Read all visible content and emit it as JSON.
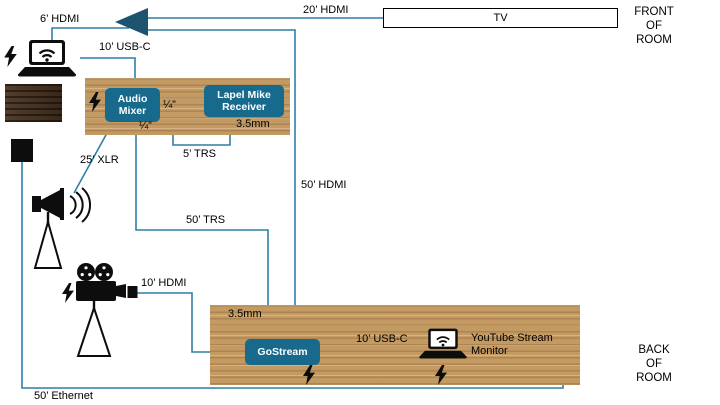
{
  "room": {
    "front": [
      "FRONT",
      "OF",
      "ROOM"
    ],
    "back": [
      "BACK",
      "OF",
      "ROOM"
    ]
  },
  "devices": {
    "tv": "TV",
    "audio_mixer": "Audio Mixer",
    "lapel_mike_receiver": "Lapel Mike Receiver",
    "gostream": "GoStream",
    "youtube_monitor": "YouTube Stream Monitor"
  },
  "cables": {
    "hdmi_20": "20’ HDMI",
    "hdmi_6": "6’ HDMI",
    "usb_c_10_top": "10’ USB-C",
    "hdmi_50": "50’ HDMI",
    "xlr_25": "25’ XLR",
    "trs_5": "5’ TRS",
    "trs_50": "50’ TRS",
    "hdmi_10": "10’ HDMI",
    "usb_c_10_bottom": "10’ USB-C",
    "ethernet_50": "50’ Ethernet"
  },
  "connectors": {
    "quarter_mixer_out": "¼”",
    "quarter_mixer_in": "¼”",
    "mm35_receiver": "3.5mm",
    "mm35_gostream": "3.5mm"
  },
  "icons": {
    "splitter": "left-triangle-splitter",
    "power": "lightning-bolt",
    "laptop": "laptop-with-wifi",
    "speaker": "pa-horn-speaker-on-tripod",
    "camera": "film-camera-on-tripod",
    "wall_port": "black-wall-port"
  },
  "colors": {
    "device_box": "#186a8d",
    "splitter_triangle": "#1e5370",
    "cable_line": "#2f7fa6",
    "wood_light": "#c49a63",
    "wood_dark": "#46301e"
  }
}
